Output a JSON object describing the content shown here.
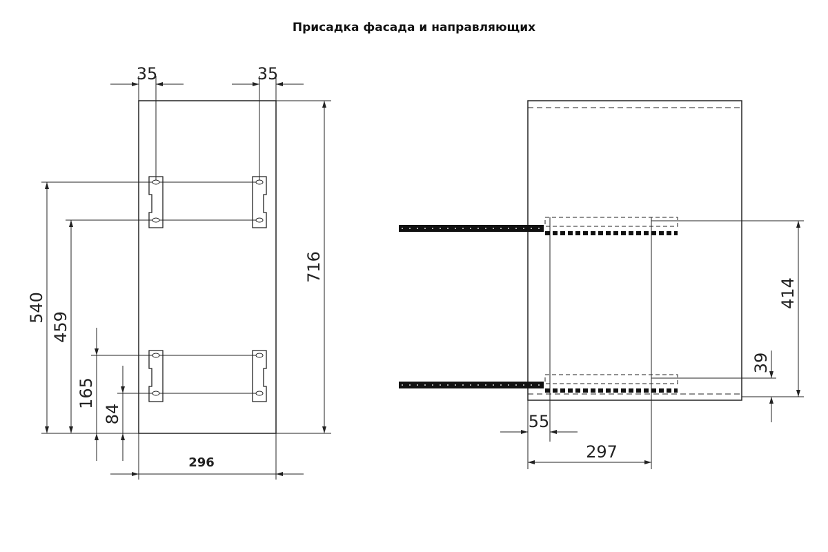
{
  "title": "Присадка фасада и направляющих",
  "facade_view": {
    "dimensions": {
      "hinge_offset_left": "35",
      "hinge_offset_right": "35",
      "height": "716",
      "width": "296",
      "upper_bracket_top": "540",
      "upper_bracket_bottom": "459",
      "lower_bracket_top": "165",
      "lower_bracket_bottom": "84"
    }
  },
  "drawer_view": {
    "dimensions": {
      "rail_spacing": "414",
      "lower_rail_offset": "39",
      "rail_front_offset": "55",
      "rail_depth_mark": "297"
    }
  },
  "colors": {
    "line": "#222222",
    "background": "#ffffff"
  }
}
